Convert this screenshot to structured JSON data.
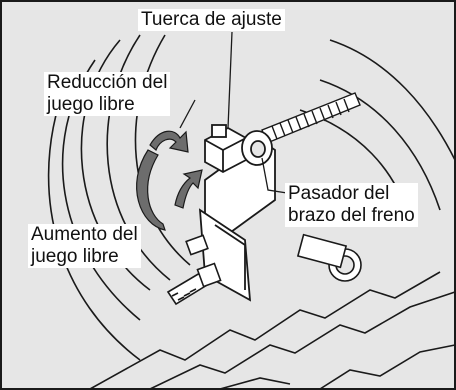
{
  "labels": {
    "adjusting_nut": "Tuerca de ajuste",
    "decrease_play": [
      "Reducción del",
      "juego libre"
    ],
    "brake_arm_pin": [
      "Pasador del",
      "brazo del freno"
    ],
    "increase_play": [
      "Aumento del",
      "juego libre"
    ]
  },
  "colors": {
    "background": "#ffffff",
    "illustration_fill": "#e6e6e6",
    "stroke": "#1a1a1a",
    "arrow": "#6d6d6d"
  }
}
